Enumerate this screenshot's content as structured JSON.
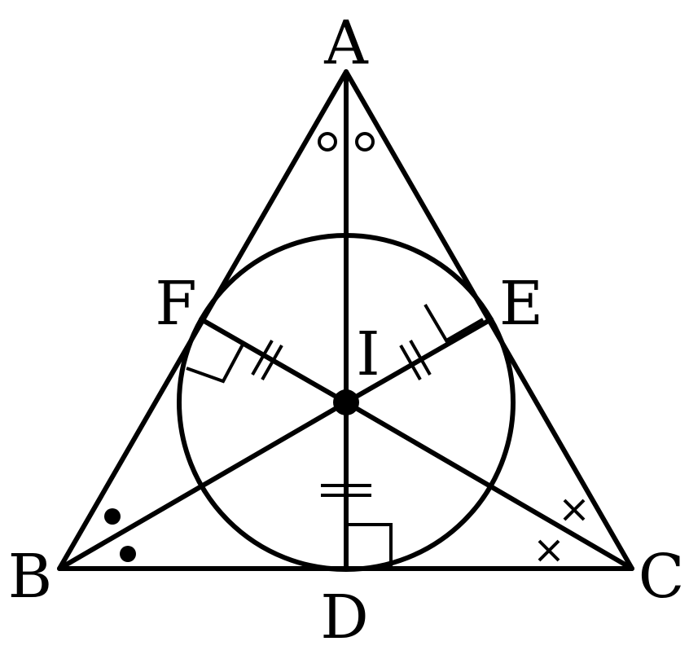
{
  "labels": {
    "a": "A",
    "b": "B",
    "c": "C",
    "d": "D",
    "e": "E",
    "f": "F",
    "i": "I"
  },
  "colors": {
    "stroke": "#000000",
    "background": "#ffffff"
  }
}
